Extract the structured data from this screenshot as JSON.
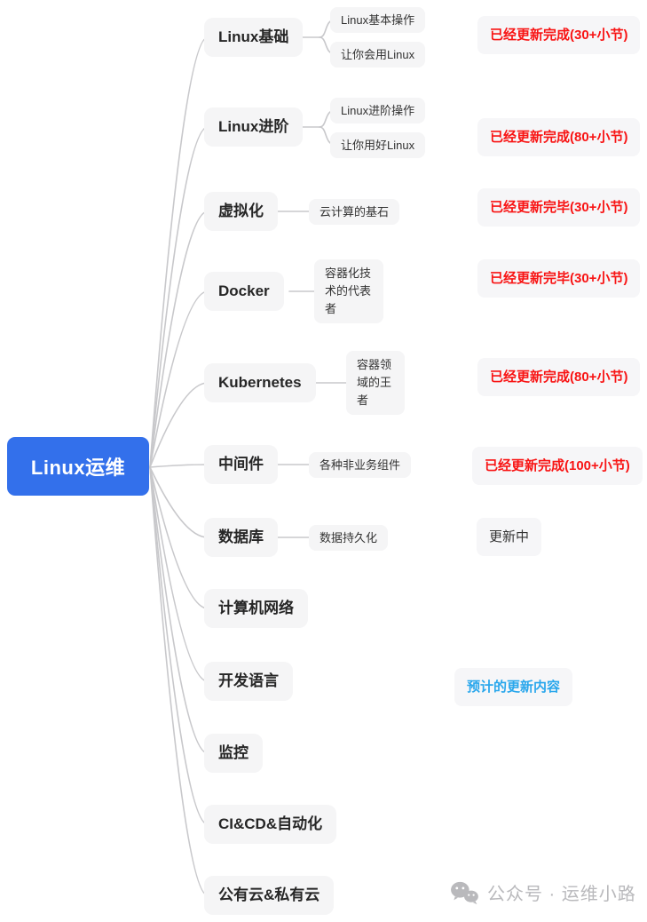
{
  "root": {
    "label": "Linux运维"
  },
  "branches": [
    {
      "label": "Linux基础",
      "children": [
        {
          "label": "Linux基本操作"
        },
        {
          "label": "让你会用Linux"
        }
      ],
      "status": "已经更新完成(30+小节)",
      "status_type": "done"
    },
    {
      "label": "Linux进阶",
      "children": [
        {
          "label": "Linux进阶操作"
        },
        {
          "label": "让你用好Linux"
        }
      ],
      "status": "已经更新完成(80+小节)",
      "status_type": "done"
    },
    {
      "label": "虚拟化",
      "children": [
        {
          "label": "云计算的基石"
        }
      ],
      "status": "已经更新完毕(30+小节)",
      "status_type": "done"
    },
    {
      "label": "Docker",
      "children": [
        {
          "label": "容器化技术的代表者"
        }
      ],
      "status": "已经更新完毕(30+小节)",
      "status_type": "done"
    },
    {
      "label": "Kubernetes",
      "children": [
        {
          "label": "容器领域的王者"
        }
      ],
      "status": "已经更新完成(80+小节)",
      "status_type": "done"
    },
    {
      "label": "中间件",
      "children": [
        {
          "label": "各种非业务组件"
        }
      ],
      "status": "已经更新完成(100+小节)",
      "status_type": "done"
    },
    {
      "label": "数据库",
      "children": [
        {
          "label": "数据持久化"
        }
      ],
      "status": "更新中",
      "status_type": "updating"
    },
    {
      "label": "计算机网络",
      "children": []
    },
    {
      "label": "开发语言",
      "children": [],
      "status": "预计的更新内容",
      "status_type": "planned"
    },
    {
      "label": "监控",
      "children": []
    },
    {
      "label": "CI&CD&自动化",
      "children": []
    },
    {
      "label": "公有云&私有云",
      "children": []
    }
  ],
  "colors": {
    "root_bg": "#3370eb",
    "node_bg": "#f5f5f6",
    "connector": "#c8c8cb",
    "status_done": "#f81414",
    "status_updating": "#333333",
    "status_planned": "#2aa7ec",
    "watermark": "#b9b9bc"
  },
  "watermark": {
    "text": "公众号 · 运维小路"
  }
}
